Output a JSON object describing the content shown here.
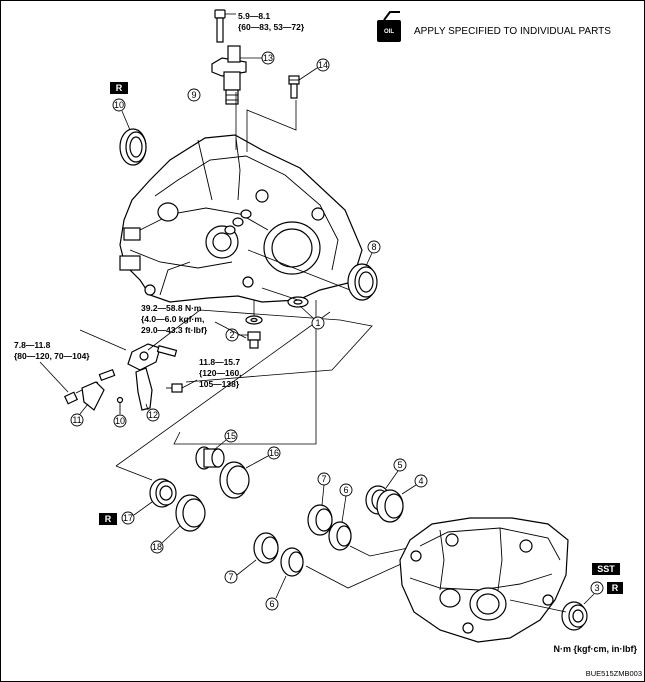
{
  "legend": {
    "icon": "oil-can-icon",
    "icon_label": "OIL",
    "text": "APPLY SPECIFIED TO INDIVIDUAL PARTS"
  },
  "torque_specs": {
    "t13_line1": "5.9—8.1",
    "t13_line2": "{60—83, 53—72}",
    "t2_line1": "39.2—58.8 N·m",
    "t2_line2": "{4.0—6.0 kgf·m,",
    "t2_line3": "29.0—43.3 ft·lbf}",
    "t11_line1": "7.8—11.8",
    "t11_line2": "{80—120, 70—104}",
    "t12_line1": "11.8—15.7",
    "t12_line2": "{120—160,",
    "t12_line3": "105—138}"
  },
  "callouts": {
    "c1": "1",
    "c2": "2",
    "c3": "3",
    "c4": "4",
    "c5": "5",
    "c6a": "6",
    "c6b": "6",
    "c7a": "7",
    "c7b": "7",
    "c8": "8",
    "c9": "9",
    "c10a": "10",
    "c10b": "10",
    "c11": "11",
    "c12": "12",
    "c13": "13",
    "c14": "14",
    "c15": "15",
    "c16": "16",
    "c17": "17",
    "c18": "18"
  },
  "badges": {
    "r1": "R",
    "r2": "R",
    "r3": "R",
    "sst": "SST"
  },
  "units": "N·m {kgf·cm, in·lbf}",
  "figure_id": "BUE515ZMB003"
}
